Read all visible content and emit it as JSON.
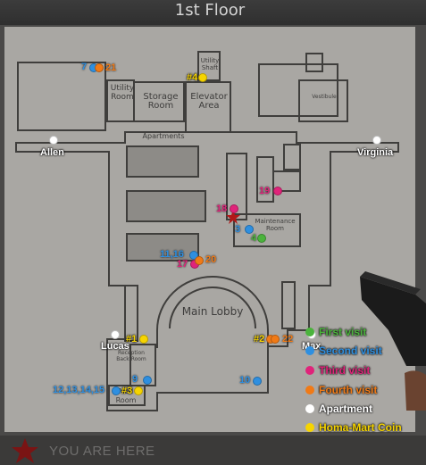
{
  "floor_title": "1st Floor",
  "rooms": {
    "utility_room": "Utility\nRoom",
    "storage_room": "Storage\nRoom",
    "elevator_area": "Elevator\nArea",
    "utility_shaft": "Utility\nShaft",
    "apartments": "Apartments",
    "maintenance_room": "Maintenance\nRoom",
    "main_lobby": "Main Lobby",
    "reception_room": "Reception\nBack Room",
    "mail_room": "Mail\nRoom",
    "vestibule": "Vestibule"
  },
  "apartments": {
    "allen": "Allen",
    "virginia": "Virginia",
    "lucas": "Lucas",
    "max": "Max"
  },
  "coins": {
    "c1": "#1",
    "c2": "#2",
    "c3": "#3",
    "c4": "#4"
  },
  "visits": {
    "v7": "7",
    "v21": "21",
    "v18": "18",
    "v19": "19",
    "v3": "3",
    "v4": "4",
    "v11_16": "11,16",
    "v17": "17",
    "v20": "20",
    "v22": "22",
    "v9": "9",
    "v12_15": "12,13,14,15",
    "v10": "10"
  },
  "legend": {
    "first": "First visit",
    "second": "Second visit",
    "third": "Third visit",
    "fourth": "Fourth visit",
    "apartment": "Apartment",
    "coin": "Homa-Mart Coin"
  },
  "colors": {
    "first": "#4bb33c",
    "second": "#2e8fe0",
    "third": "#e0237a",
    "fourth": "#f07a16",
    "apartment": "#ffffff",
    "coin": "#f6d400",
    "star": "#b01818"
  },
  "footer": {
    "you_are_here": "YOU ARE HERE"
  }
}
